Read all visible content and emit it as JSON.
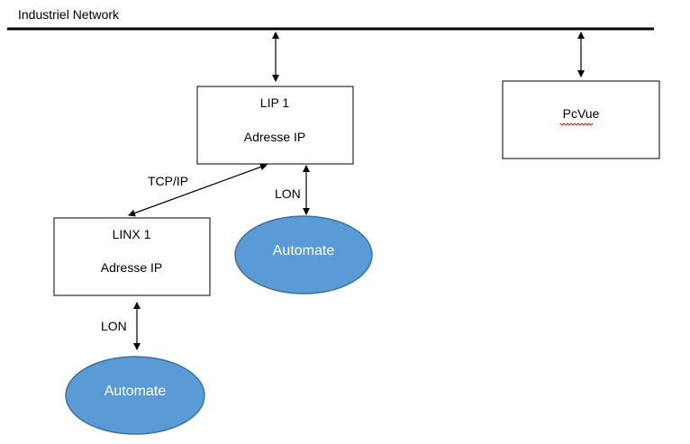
{
  "network": {
    "label": "Industriel Network"
  },
  "nodes": {
    "lip1": {
      "title": "LIP 1",
      "subtitle": "Adresse IP"
    },
    "pcvue": {
      "title": "PcVue"
    },
    "linx1": {
      "title": "LINX 1",
      "subtitle": "Adresse IP"
    },
    "automate_top": {
      "label": "Automate"
    },
    "automate_bottom": {
      "label": "Automate"
    }
  },
  "connections": {
    "tcpip": "TCP/IP",
    "lon_lip": "LON",
    "lon_linx": "LON"
  },
  "colors": {
    "automate_fill": "#5b9bd5",
    "automate_stroke": "#41719c",
    "spellcheck_underline": "#e0201a"
  }
}
